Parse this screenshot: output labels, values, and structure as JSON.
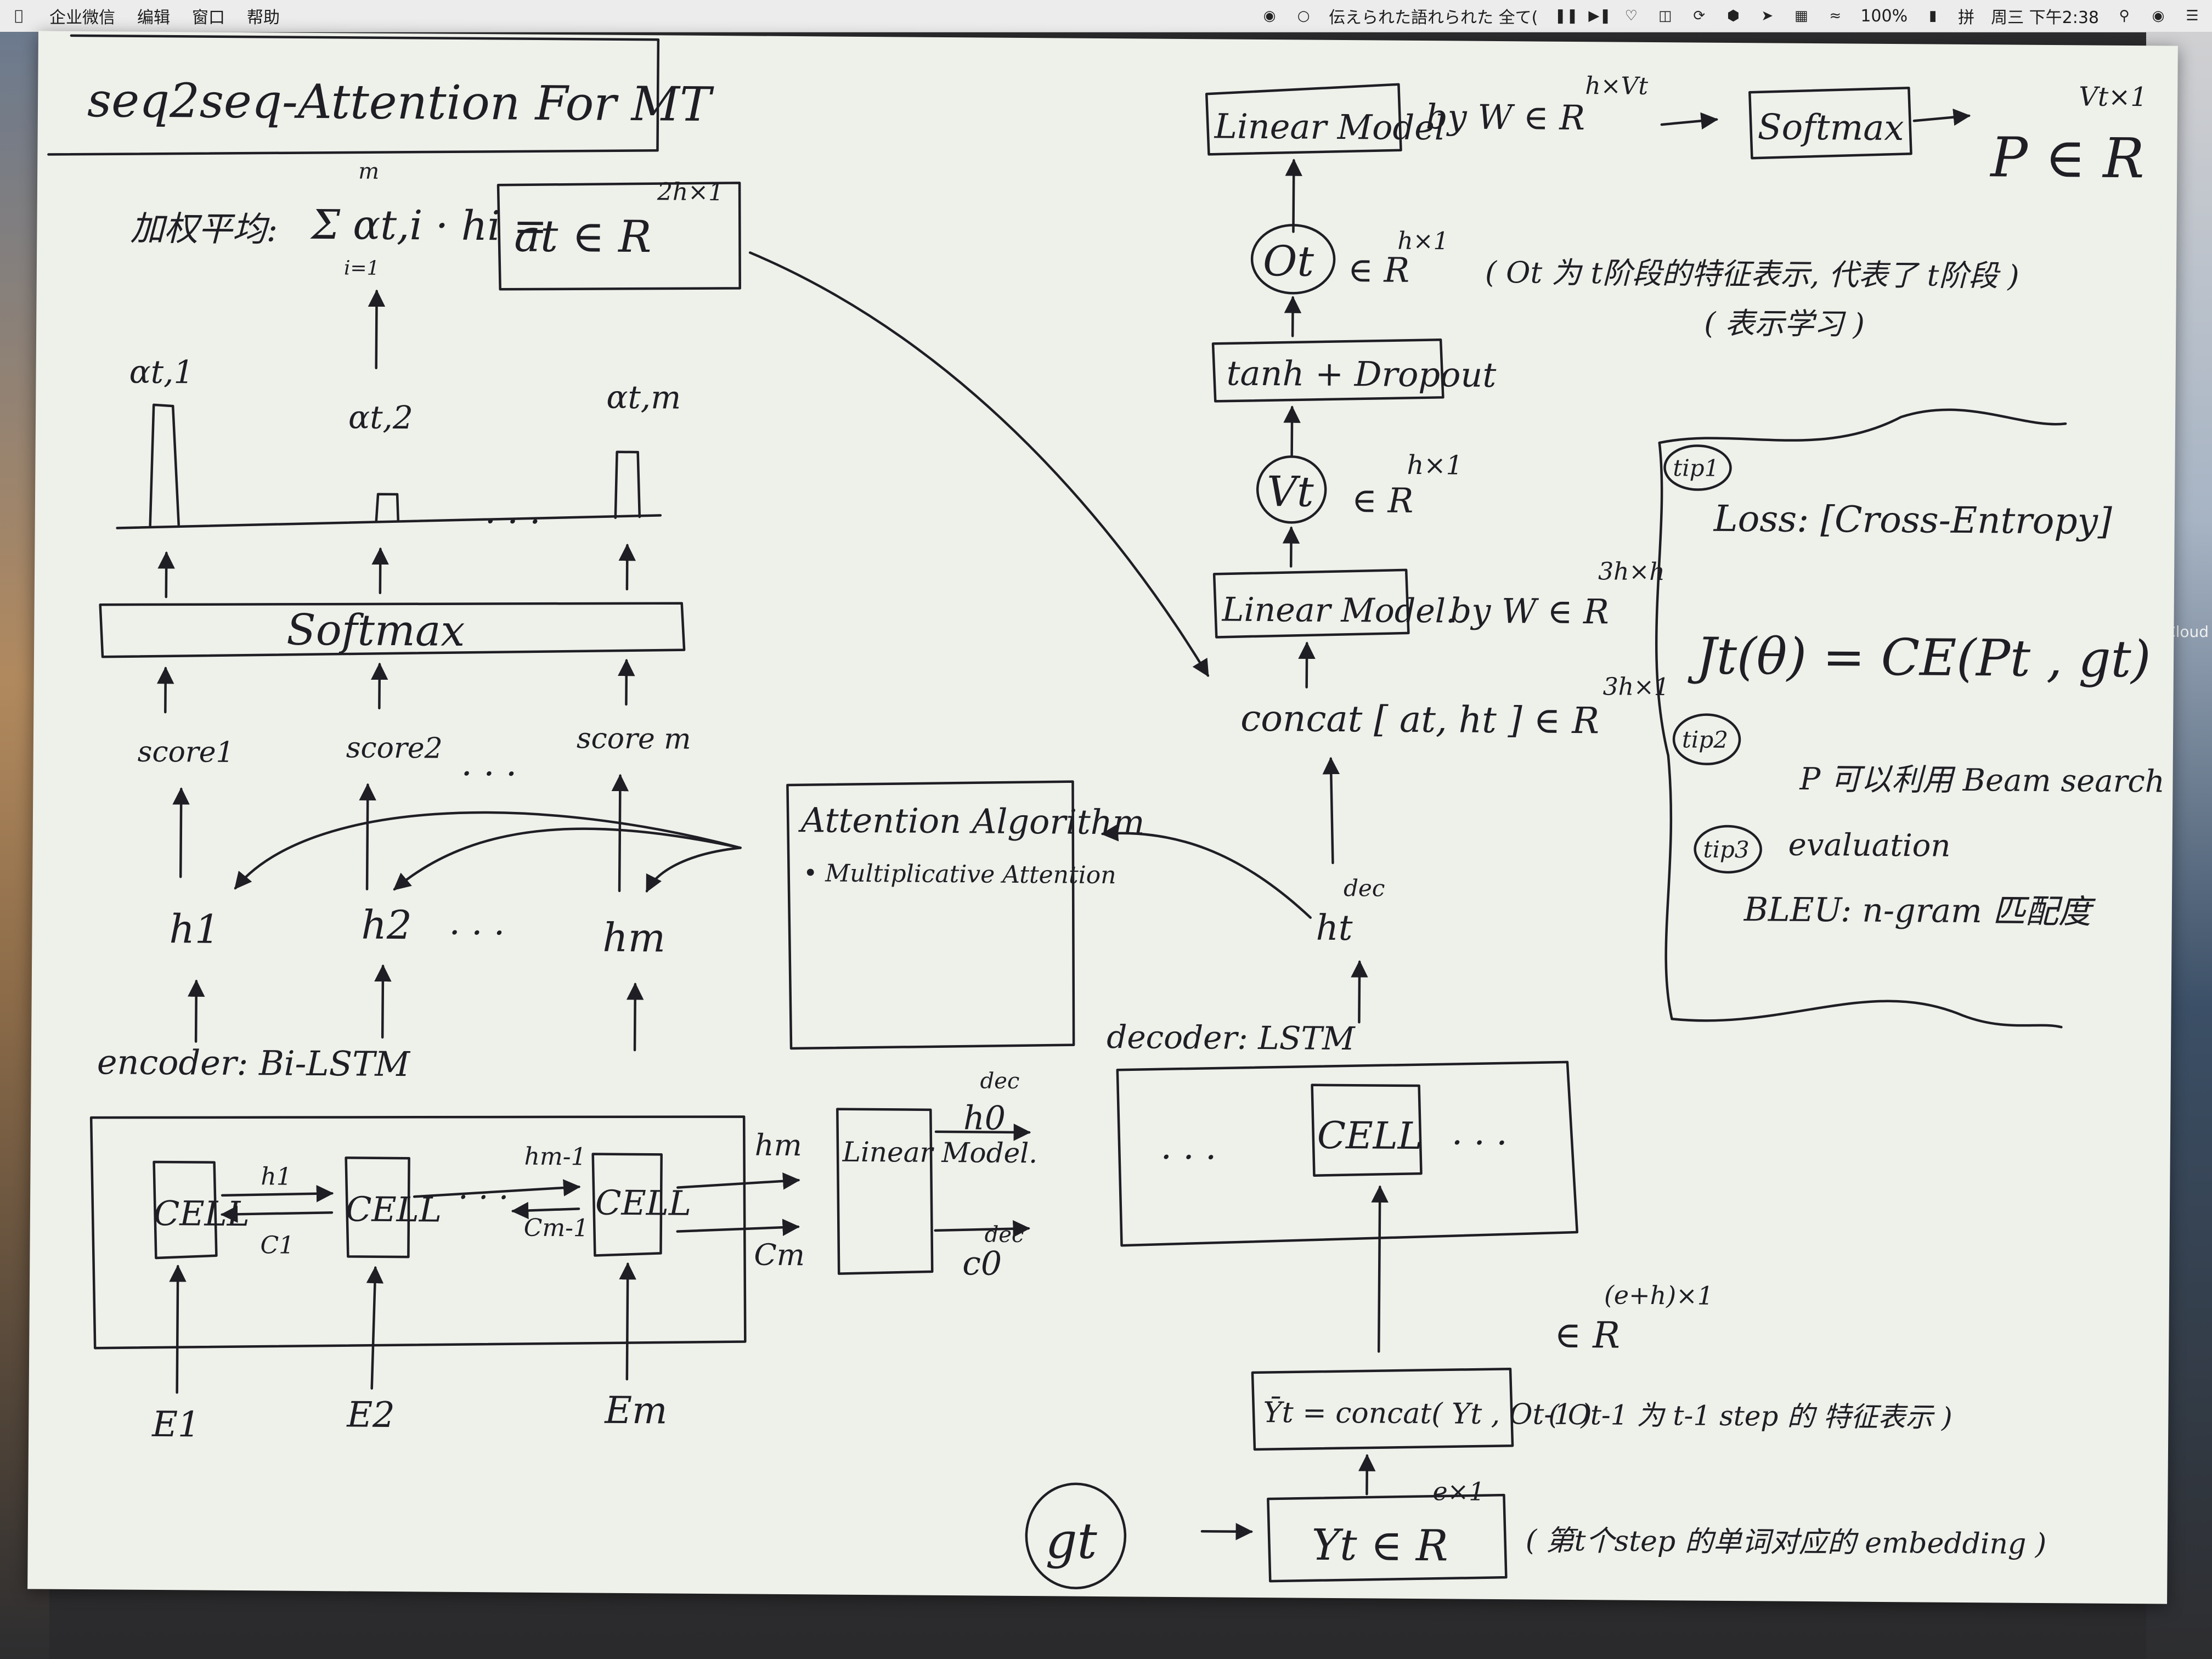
{
  "menubar": {
    "apple_icon": "apple-logo-icon",
    "menus": [
      "企业微信",
      "编辑",
      "窗口",
      "帮助"
    ],
    "ticker": "伝えられた語れられた 全て(",
    "battery": "100%",
    "input_method": "拼",
    "clock": "周三 下午2:38",
    "status_icons": [
      "wechat-icon",
      "chat-bubble-icon",
      "pause-icon",
      "next-track-icon",
      "heart-icon",
      "trash-icon",
      "sync-icon",
      "shield-icon",
      "send-icon",
      "keyboard-icon",
      "wifi-icon",
      "battery-icon",
      "spotlight-search-icon",
      "siri-icon",
      "list-icon"
    ]
  },
  "desktop": {
    "right_label": "erCloud"
  },
  "notes": {
    "title": "seq2seq-Attention For MT",
    "weighted_avg_label": "加权平均:",
    "weighted_sum": "Σ αt,i · hi =",
    "sum_upper": "m",
    "sum_lower": "i=1",
    "at_box": "at ∈ R",
    "at_dim": "2h×1",
    "alpha_t1": "αt,1",
    "alpha_t2": "αt,2",
    "alpha_tm": "αt,m",
    "dots": "· · ·",
    "softmax": "Softmax",
    "score1": "score1",
    "score2": "score2",
    "scorem": "score m",
    "h1": "h1",
    "h2": "h2",
    "hm": "hm",
    "encoder_label": "encoder: Bi-LSTM",
    "cell": "CELL",
    "h1_arrow": "h1",
    "c1_arrow": "C1",
    "hm1_arrow": "hm-1",
    "cm1_arrow": "Cm-1",
    "hm_out": "hm",
    "cm_out": "Cm",
    "E1": "E1",
    "E2": "E2",
    "Em": "Em",
    "linear_model_mid": "Linear Model.",
    "h0_dec": "h0",
    "c0_dec": "c0",
    "dec_sup": "dec",
    "attention_title": "Attention Algorithm",
    "attention_item": "• Multiplicative Attention",
    "ht_dec": "ht",
    "decoder_label": "decoder: LSTM",
    "dec_cell": "CELL",
    "ellipsis": "· · ·",
    "linear_top": "Linear Model",
    "by_w_top": "by W ∈ R",
    "w_top_dim": "h×Vt",
    "softmax_top": "Softmax",
    "p_dist": "P ∈ R",
    "p_dim": "Vt×1",
    "ot": "Ot",
    "ot_dim": "∈ R",
    "ot_dim_sup": "h×1",
    "ot_note": "( Ot 为 t阶段的特征表示, 代表了 t阶段 )",
    "ot_note2": "( 表示学习 )",
    "tanh": "tanh + Dropout",
    "vt": "Vt",
    "vt_dim": "∈ R",
    "vt_dim_sup": "h×1",
    "linear_mid": "Linear Model.",
    "by_w_mid": "by W ∈ R",
    "w_mid_dim": "3h×h",
    "concat": "concat [ at, ht ] ∈ R",
    "concat_dim": "3h×1",
    "yt_bar": "Ȳt = concat( Yt , Ot-1 )",
    "yt_bar_dim": "∈ R",
    "yt_bar_dim_sup": "(e+h)×1",
    "yt_note": "( Ot-1 为 t-1 step 的 特征表示 )",
    "gt": "gt",
    "yt": "Yt ∈ R",
    "yt_dim": "e×1",
    "yt_embed_note": "( 第t个step 的单词对应的 embedding )",
    "tip1": "tip1",
    "loss": "Loss: [Cross-Entropy]",
    "jt": "Jt(θ) = CE(Pt , gt)",
    "tip2": "tip2",
    "beam": "P 可以利用 Beam search",
    "tip3": "tip3",
    "evaluation": "evaluation",
    "bleu": "BLEU: n-gram 匹配度"
  }
}
